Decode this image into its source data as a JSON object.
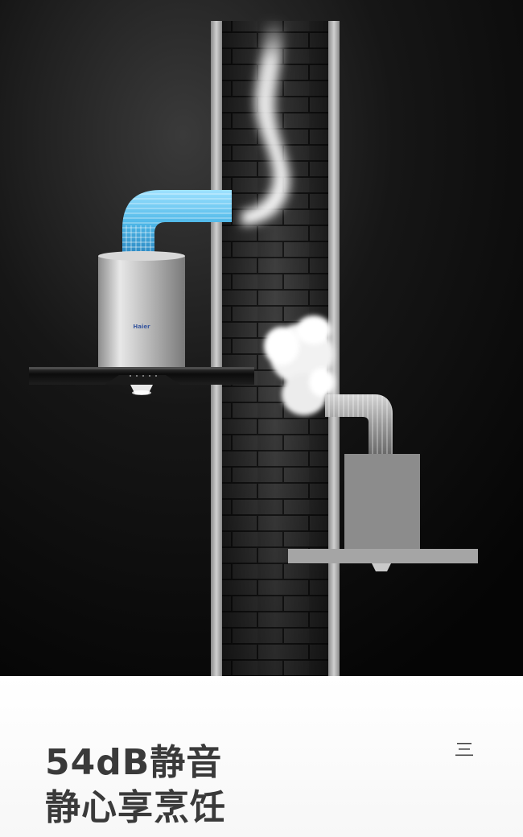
{
  "product": {
    "brand_logo": "Haier"
  },
  "headline": {
    "line1": "54dB静音",
    "line2": "静心享烹饪"
  },
  "icons": {
    "menu": "menu-icon",
    "hood_left": "range-hood-icon",
    "hood_right": "range-hood-icon"
  },
  "colors": {
    "background_dark": "#101010",
    "duct_blue": "#5ec8f0",
    "hood_steel": "#c9c9c9",
    "glass_panel": "#0e0e0e",
    "text": "#3a3a3a"
  }
}
